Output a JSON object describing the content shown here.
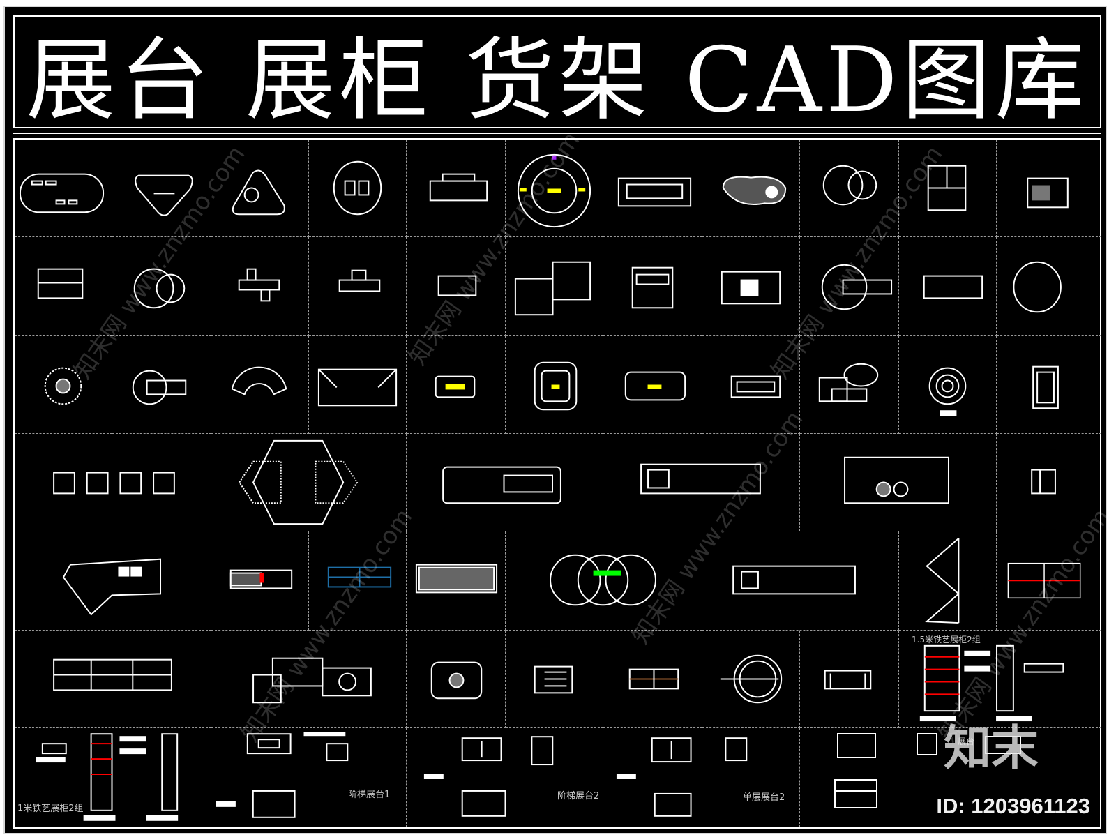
{
  "header": {
    "title": "展台 展柜 货架 CAD图库"
  },
  "colors": {
    "background": "#000000",
    "lines": "#ffffff",
    "accent_yellow": "#ffff00",
    "accent_red": "#ff0000",
    "accent_green": "#00ff00",
    "accent_purple": "#a020f0",
    "accent_blue": "#1e6fa8"
  },
  "drawings": {
    "labels": {
      "iron_cabinet_15": "1.5米铁艺展柜2组",
      "iron_cabinet_1": "1米铁艺展柜2组",
      "stair_stand_1": "阶梯展台1",
      "stair_stand_2": "阶梯展台2",
      "single_stand_2": "单层展台2",
      "stand": "展台"
    }
  },
  "watermark": {
    "site": "知末网 www.znzmo.com",
    "logo": "知末",
    "id": "ID: 1203961123"
  }
}
